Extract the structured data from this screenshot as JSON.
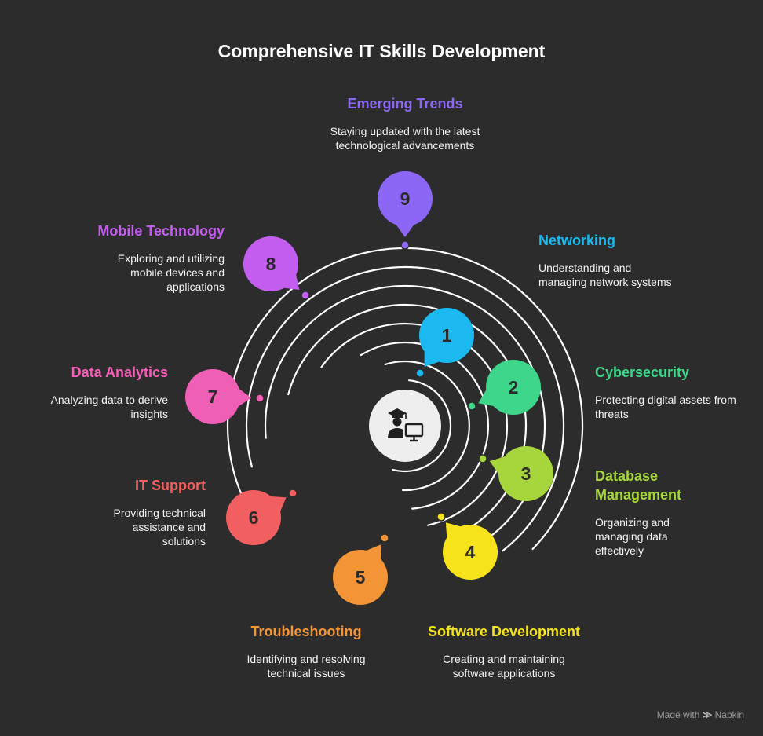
{
  "title": "Comprehensive IT Skills Development",
  "footer": {
    "made_with": "Made with",
    "brand": "Napkin"
  },
  "center_icon": "graduate-at-computer-icon",
  "background_color": "#2c2c2c",
  "ring_color": "#ffffff",
  "items": [
    {
      "number": "1",
      "title": "Networking",
      "description": "Understanding and managing network systems",
      "color": "#1cb8f0"
    },
    {
      "number": "2",
      "title": "Cybersecurity",
      "description": "Protecting digital assets from threats",
      "color": "#3ed68a"
    },
    {
      "number": "3",
      "title": "Database Management",
      "description": "Organizing and managing data effectively",
      "color": "#a6d63b"
    },
    {
      "number": "4",
      "title": "Software Development",
      "description": "Creating and maintaining software applications",
      "color": "#f6e31c"
    },
    {
      "number": "5",
      "title": "Troubleshooting",
      "description": "Identifying and resolving technical issues",
      "color": "#f39536"
    },
    {
      "number": "6",
      "title": "IT Support",
      "description": "Providing technical assistance and solutions",
      "color": "#f25f60"
    },
    {
      "number": "7",
      "title": "Data Analytics",
      "description": "Analyzing data to derive insights",
      "color": "#f05fb6"
    },
    {
      "number": "8",
      "title": "Mobile Technology",
      "description": "Exploring and utilizing mobile devices and applications",
      "color": "#c35ef0"
    },
    {
      "number": "9",
      "title": "Emerging Trends",
      "description": "Staying updated with the latest technological advancements",
      "color": "#8c67f5"
    }
  ]
}
